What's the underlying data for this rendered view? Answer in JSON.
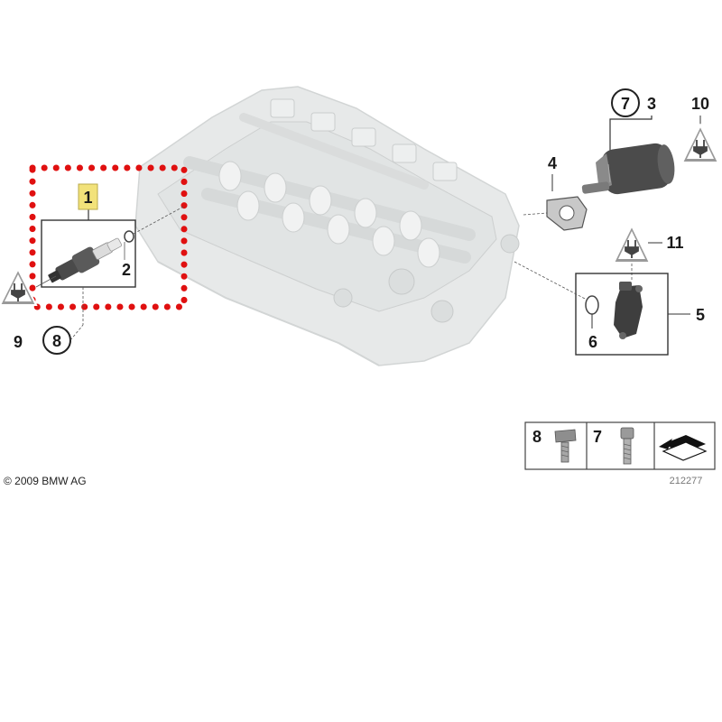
{
  "copyright": "© 2009 BMW AG",
  "diagram_number": "212277",
  "callouts": {
    "c1": "1",
    "c2": "2",
    "c3": "3",
    "c4": "4",
    "c5": "5",
    "c6": "6",
    "c7_top": "7",
    "c8_left": "8",
    "c9": "9",
    "c10": "10",
    "c11": "11",
    "legend_8": "8",
    "legend_7": "7"
  },
  "colors": {
    "highlight": "#e01010",
    "label_tag": "#f2e27a",
    "engine": "#e4e6e6",
    "parts": "#3b3b3b",
    "warning_fill": "#9a9a9a"
  },
  "icons": [
    "electrical-warning-icon",
    "bolt-icon",
    "cap-screw-icon",
    "arrow-direction-icon"
  ]
}
